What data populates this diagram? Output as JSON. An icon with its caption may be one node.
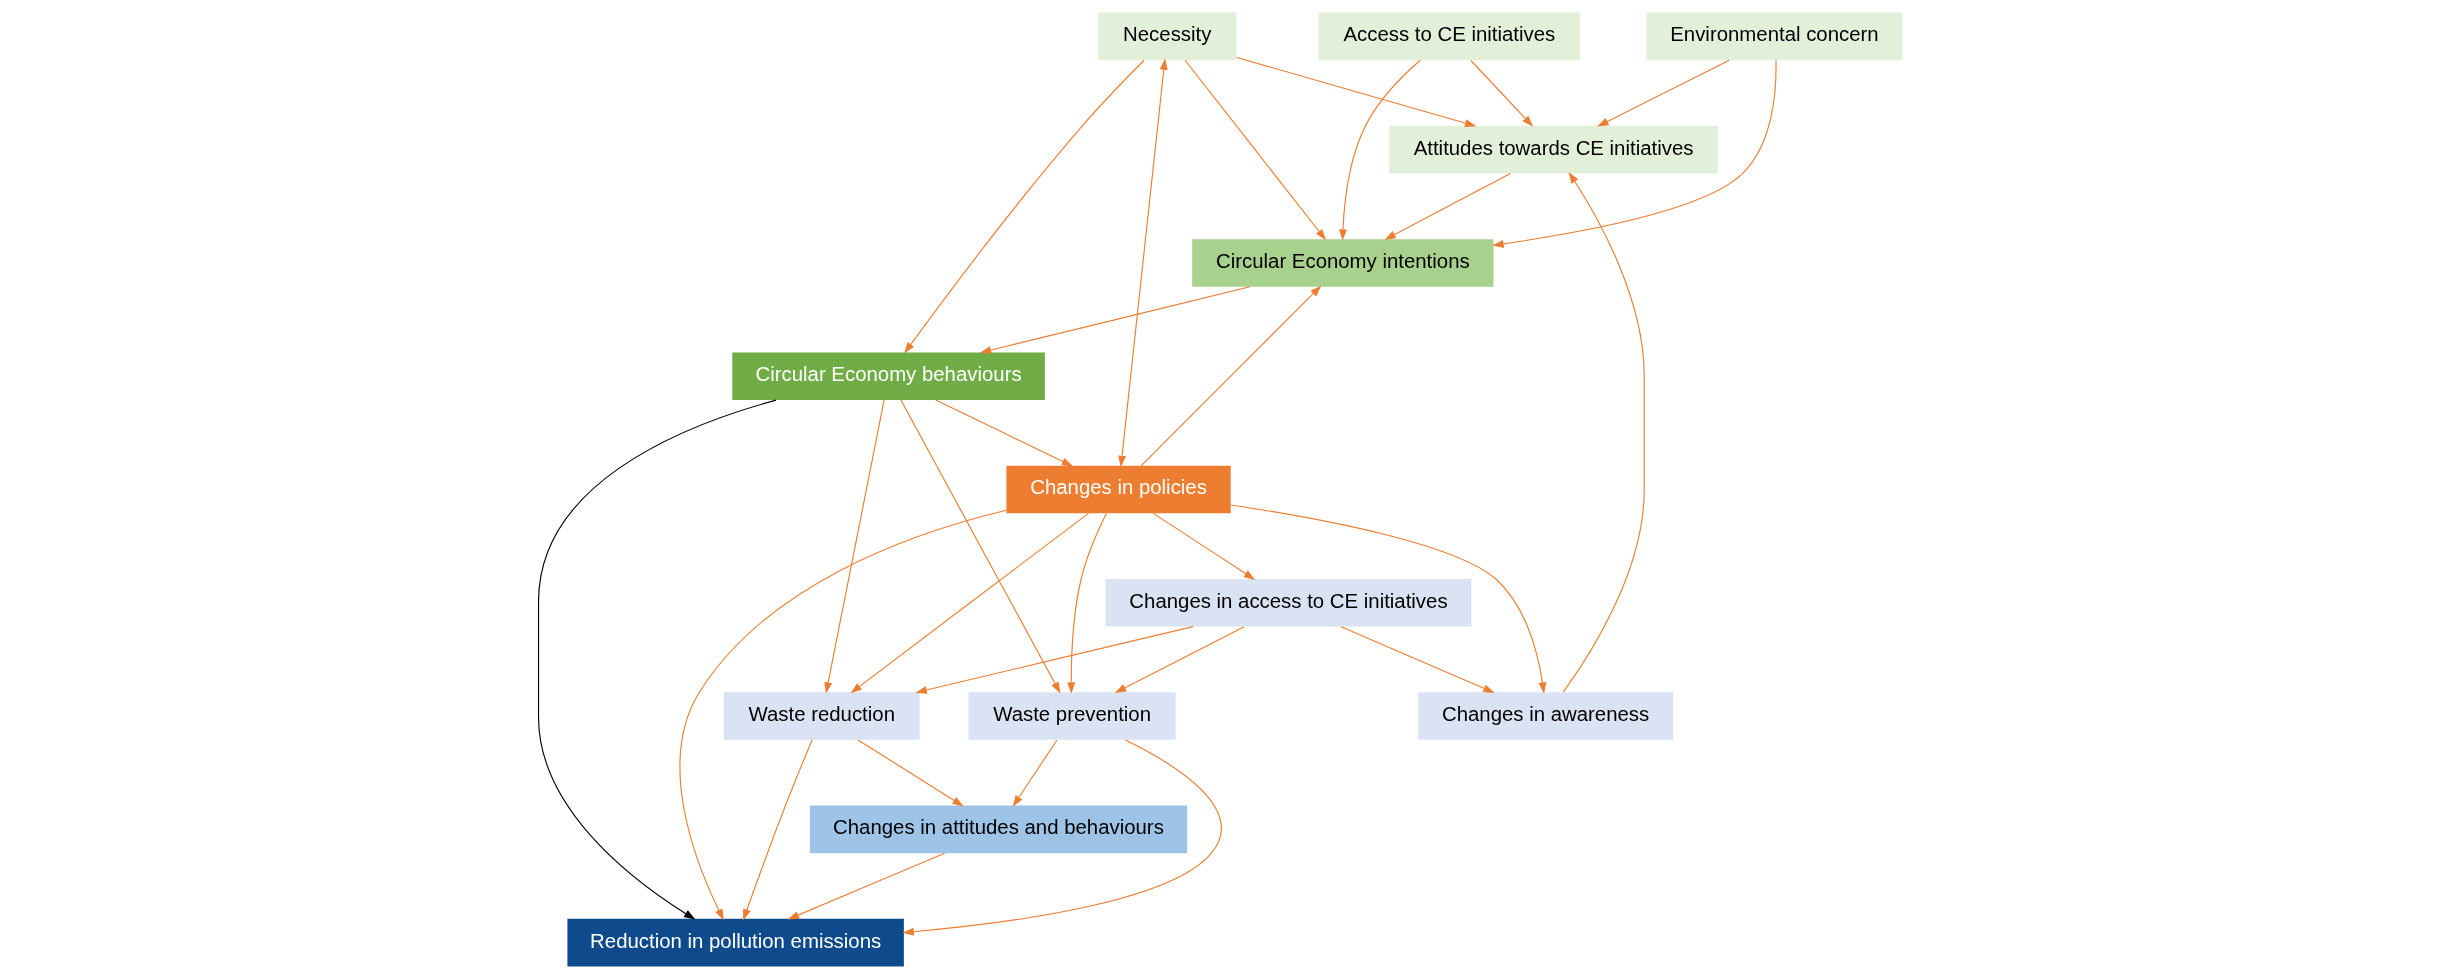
{
  "diagram": {
    "nodes": [
      {
        "text": [
          "Environmental concern"
        ]
      },
      {
        "text": [
          "Attitudes towards CE initiatives"
        ]
      },
      {
        "text": [
          "Changes in awareness"
        ]
      },
      {
        "text": [
          "Changes in access to CE initiatives"
        ]
      },
      {
        "text": [
          "Necessity"
        ]
      },
      {
        "text": [
          "Access to CE initiatives"
        ]
      },
      {
        "text": [
          "Waste reduction"
        ]
      },
      {
        "text": [
          "Waste prevention"
        ]
      },
      {
        "text": [
          "Circular Economy intentions"
        ]
      },
      {
        "text": [
          "Changes in attitudes and behaviours"
        ]
      },
      {
        "text": [
          "Circular Economy behaviours"
        ]
      },
      {
        "text": [
          "Changes in policies"
        ]
      },
      {
        "text": [
          "Reduction in pollution emissions"
        ]
      }
    ],
    "edges": [
      {
        "from": 0,
        "to": 1,
        "arrow": "to"
      },
      {
        "from": 2,
        "to": 1,
        "arrow": "to"
      },
      {
        "from": 3,
        "to": 2,
        "arrow": "to"
      },
      {
        "from": 0,
        "to": 8,
        "arrow": "to"
      },
      {
        "from": 1,
        "to": 8,
        "arrow": "to"
      },
      {
        "from": 4,
        "to": 1,
        "arrow": "to"
      },
      {
        "from": 5,
        "to": 1,
        "arrow": "to"
      },
      {
        "from": 3,
        "to": 6,
        "arrow": "to"
      },
      {
        "from": 3,
        "to": 7,
        "arrow": "to"
      },
      {
        "from": 4,
        "to": 8,
        "arrow": "to"
      },
      {
        "from": 5,
        "to": 8,
        "arrow": "to"
      },
      {
        "from": 4,
        "to": 10,
        "arrow": "to"
      },
      {
        "from": 8,
        "to": 10,
        "arrow": "to"
      },
      {
        "from": 4,
        "to": 11,
        "arrow": "both"
      },
      {
        "from": 11,
        "to": 8,
        "arrow": "to"
      },
      {
        "from": 11,
        "to": 2,
        "arrow": "to"
      },
      {
        "from": 11,
        "to": 6,
        "arrow": "to"
      },
      {
        "from": 11,
        "to": 3,
        "arrow": "to"
      },
      {
        "from": 11,
        "to": 7,
        "arrow": "to"
      },
      {
        "from": 10,
        "to": 6,
        "arrow": "to"
      },
      {
        "from": 10,
        "to": 7,
        "arrow": "to"
      },
      {
        "from": 10,
        "to": 11,
        "arrow": "to"
      },
      {
        "from": 6,
        "to": 12,
        "arrow": "to"
      },
      {
        "from": 6,
        "to": 9,
        "arrow": "to"
      },
      {
        "from": 7,
        "to": 12,
        "arrow": "to"
      },
      {
        "from": 7,
        "to": 9,
        "arrow": "to"
      },
      {
        "from": 9,
        "to": 12,
        "arrow": "to"
      },
      {
        "from": 11,
        "to": 12,
        "arrow": "to"
      },
      {
        "from": 10,
        "to": 12,
        "arrow": "to",
        "color": "#000000"
      }
    ]
  }
}
